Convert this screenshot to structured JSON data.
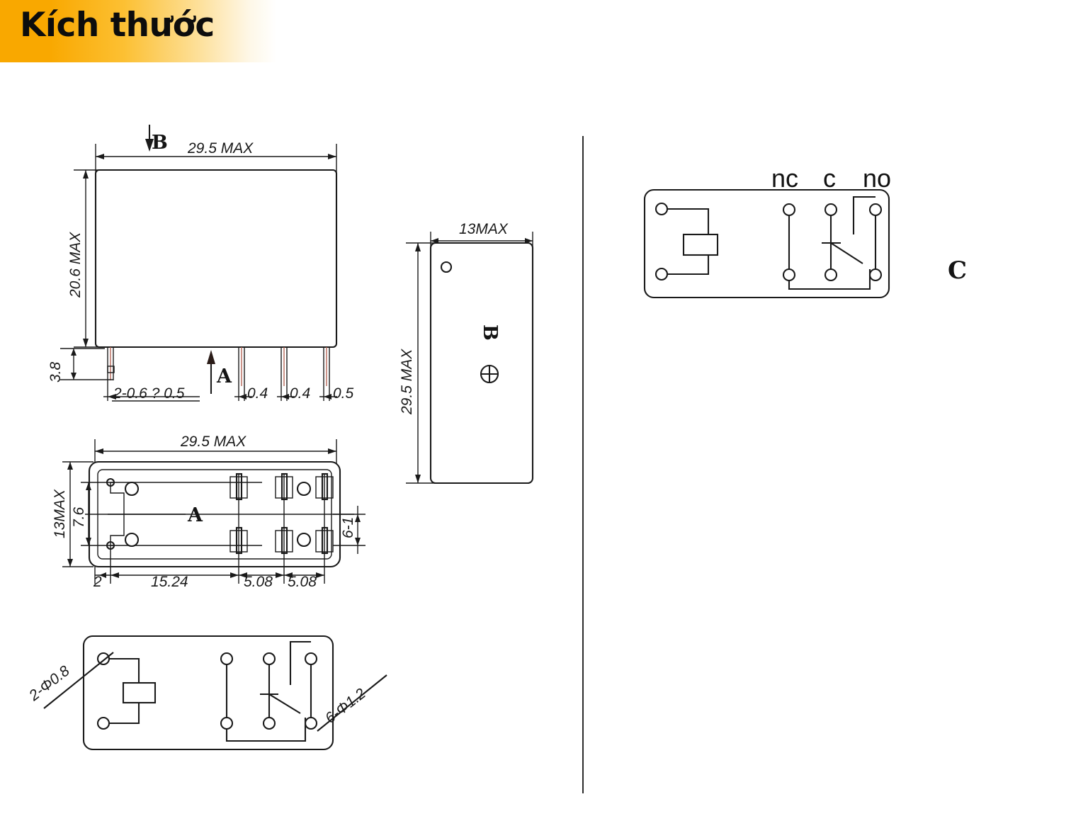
{
  "header": {
    "title": "Kích thước"
  },
  "views": {
    "front": {
      "name": "front-elevation-view",
      "section_arrow_top": "B",
      "section_arrow_bottom": "A",
      "dimensions": {
        "width": "29.5  MAX",
        "height": "20.6  MAX",
        "pin_length": "3.8",
        "coil_pin_note": "2-0.6 ? 0.5",
        "pin_gap_1": "0.4",
        "pin_gap_2": "0.4",
        "pin_width": "0.5"
      }
    },
    "side": {
      "name": "side-elevation-view",
      "label": "B",
      "dimensions": {
        "width": "13MAX",
        "height": "29.5  MAX"
      }
    },
    "bottom": {
      "name": "bottom-footprint-view",
      "label": "A",
      "dimensions": {
        "width": "29.5  MAX",
        "height": "13MAX",
        "pitch_vertical": "7.6",
        "pad_note": "6-1",
        "edge_offset": "2",
        "span": "15.24",
        "pitch_1": "5.08",
        "pitch_2": "5.08"
      }
    },
    "pcb": {
      "name": "pcb-hole-layout-view",
      "coil_holes": "2-Φ0.8",
      "contact_holes": "6-Φ1.2"
    },
    "schematic": {
      "name": "wiring-schematic-view",
      "label": "C",
      "terminals": [
        "nc",
        "c",
        "no"
      ]
    }
  },
  "colors": {
    "banner_start": "#f9a800",
    "banner_end": "#ffffff",
    "line": "#1a1a1a",
    "accent_red": "#b05a4a",
    "text": "#0d0d0d"
  }
}
